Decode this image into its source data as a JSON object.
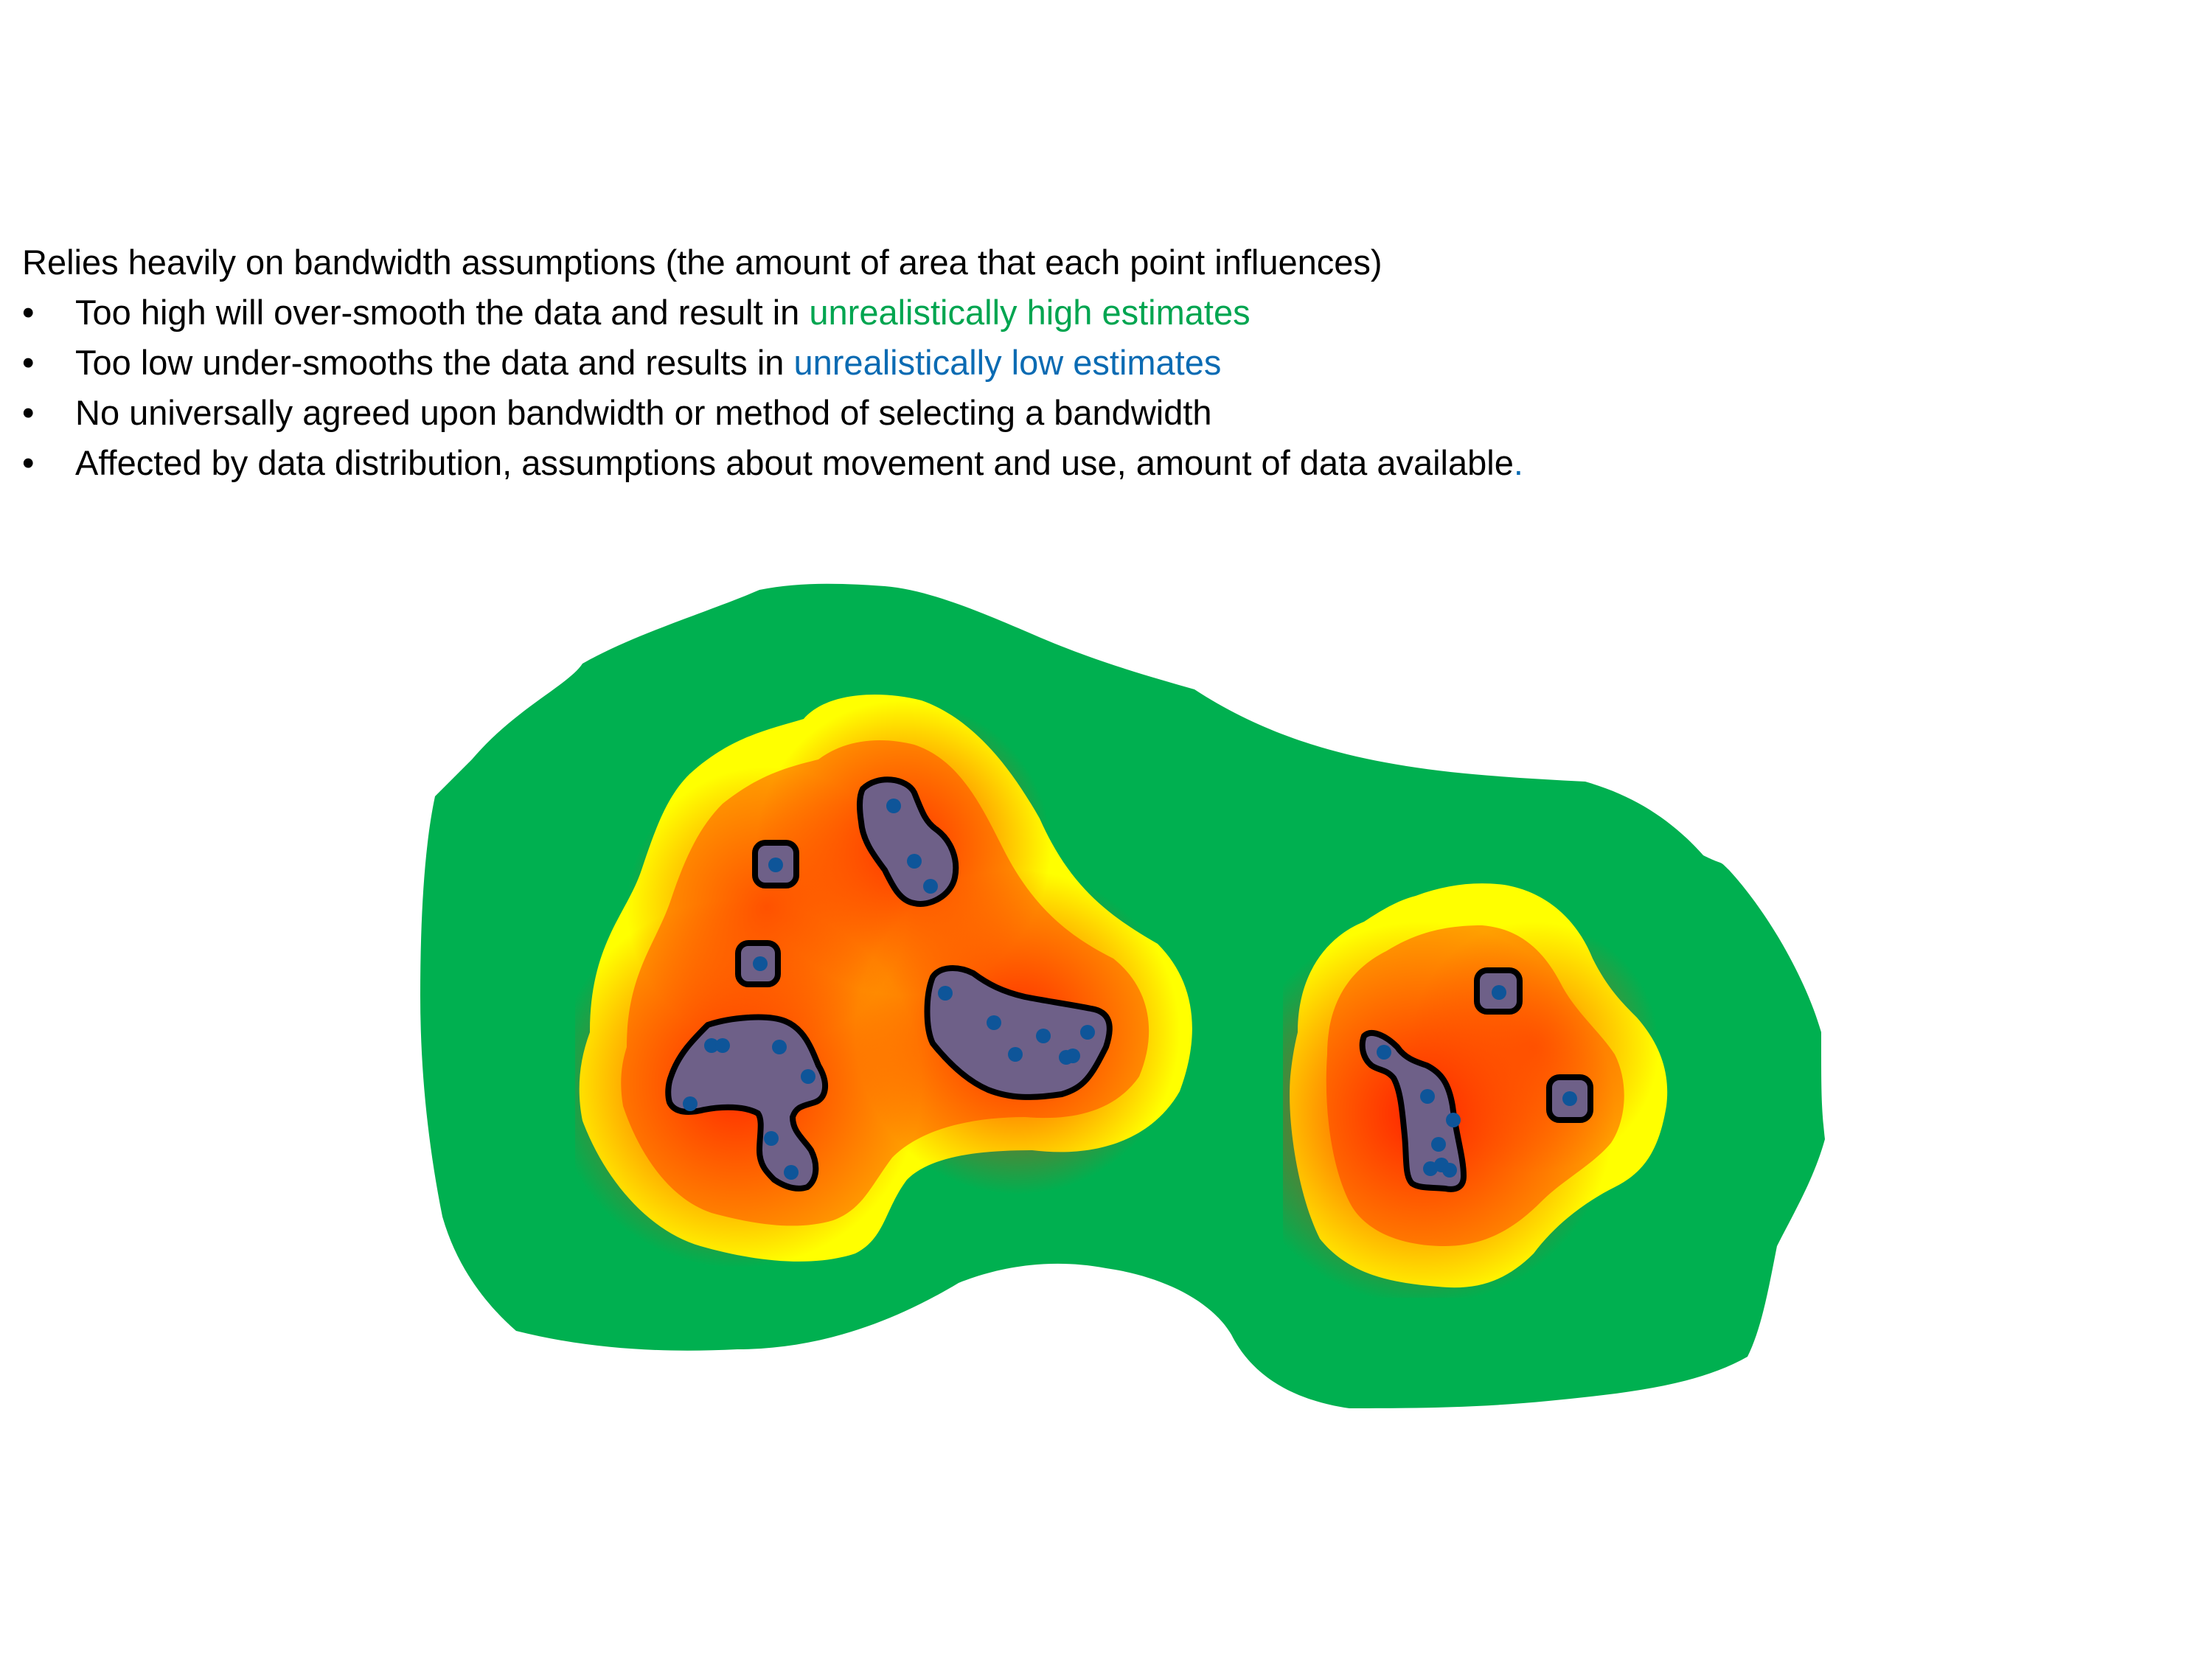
{
  "slide": {
    "intro": "Relies heavily on bandwidth assumptions (the amount of area that each point influences)",
    "bullets": [
      {
        "marker": "•",
        "text_before": "Too high will over-smooth the data and result in ",
        "highlight": "unrealistically high estimates",
        "highlight_color": "#00a550",
        "text_after": ""
      },
      {
        "marker": "•",
        "text_before": "Too low under-smooths the data and results in ",
        "highlight": "unrealistically low estimates",
        "highlight_color": "#0b6bb3",
        "text_after": ""
      },
      {
        "marker": "•",
        "text_before": "No universally agreed upon bandwidth or method of selecting a bandwidth",
        "highlight": "",
        "highlight_color": "",
        "text_after": ""
      },
      {
        "marker": "•",
        "text_before": "Affected by data distribution, assumptions about movement and use, amount of data available",
        "highlight": ".",
        "highlight_color": "#0b6bb3",
        "text_after": ""
      }
    ]
  },
  "figure": {
    "colors": {
      "oversmoothed_area": "#00b050",
      "density_low": "#ffff00",
      "density_mid": "#ffa000",
      "density_high": "#ff2a00",
      "undersmoothed_fill": "#6e6088",
      "undersmoothed_outline": "#000000",
      "points": "#0e5599"
    }
  }
}
